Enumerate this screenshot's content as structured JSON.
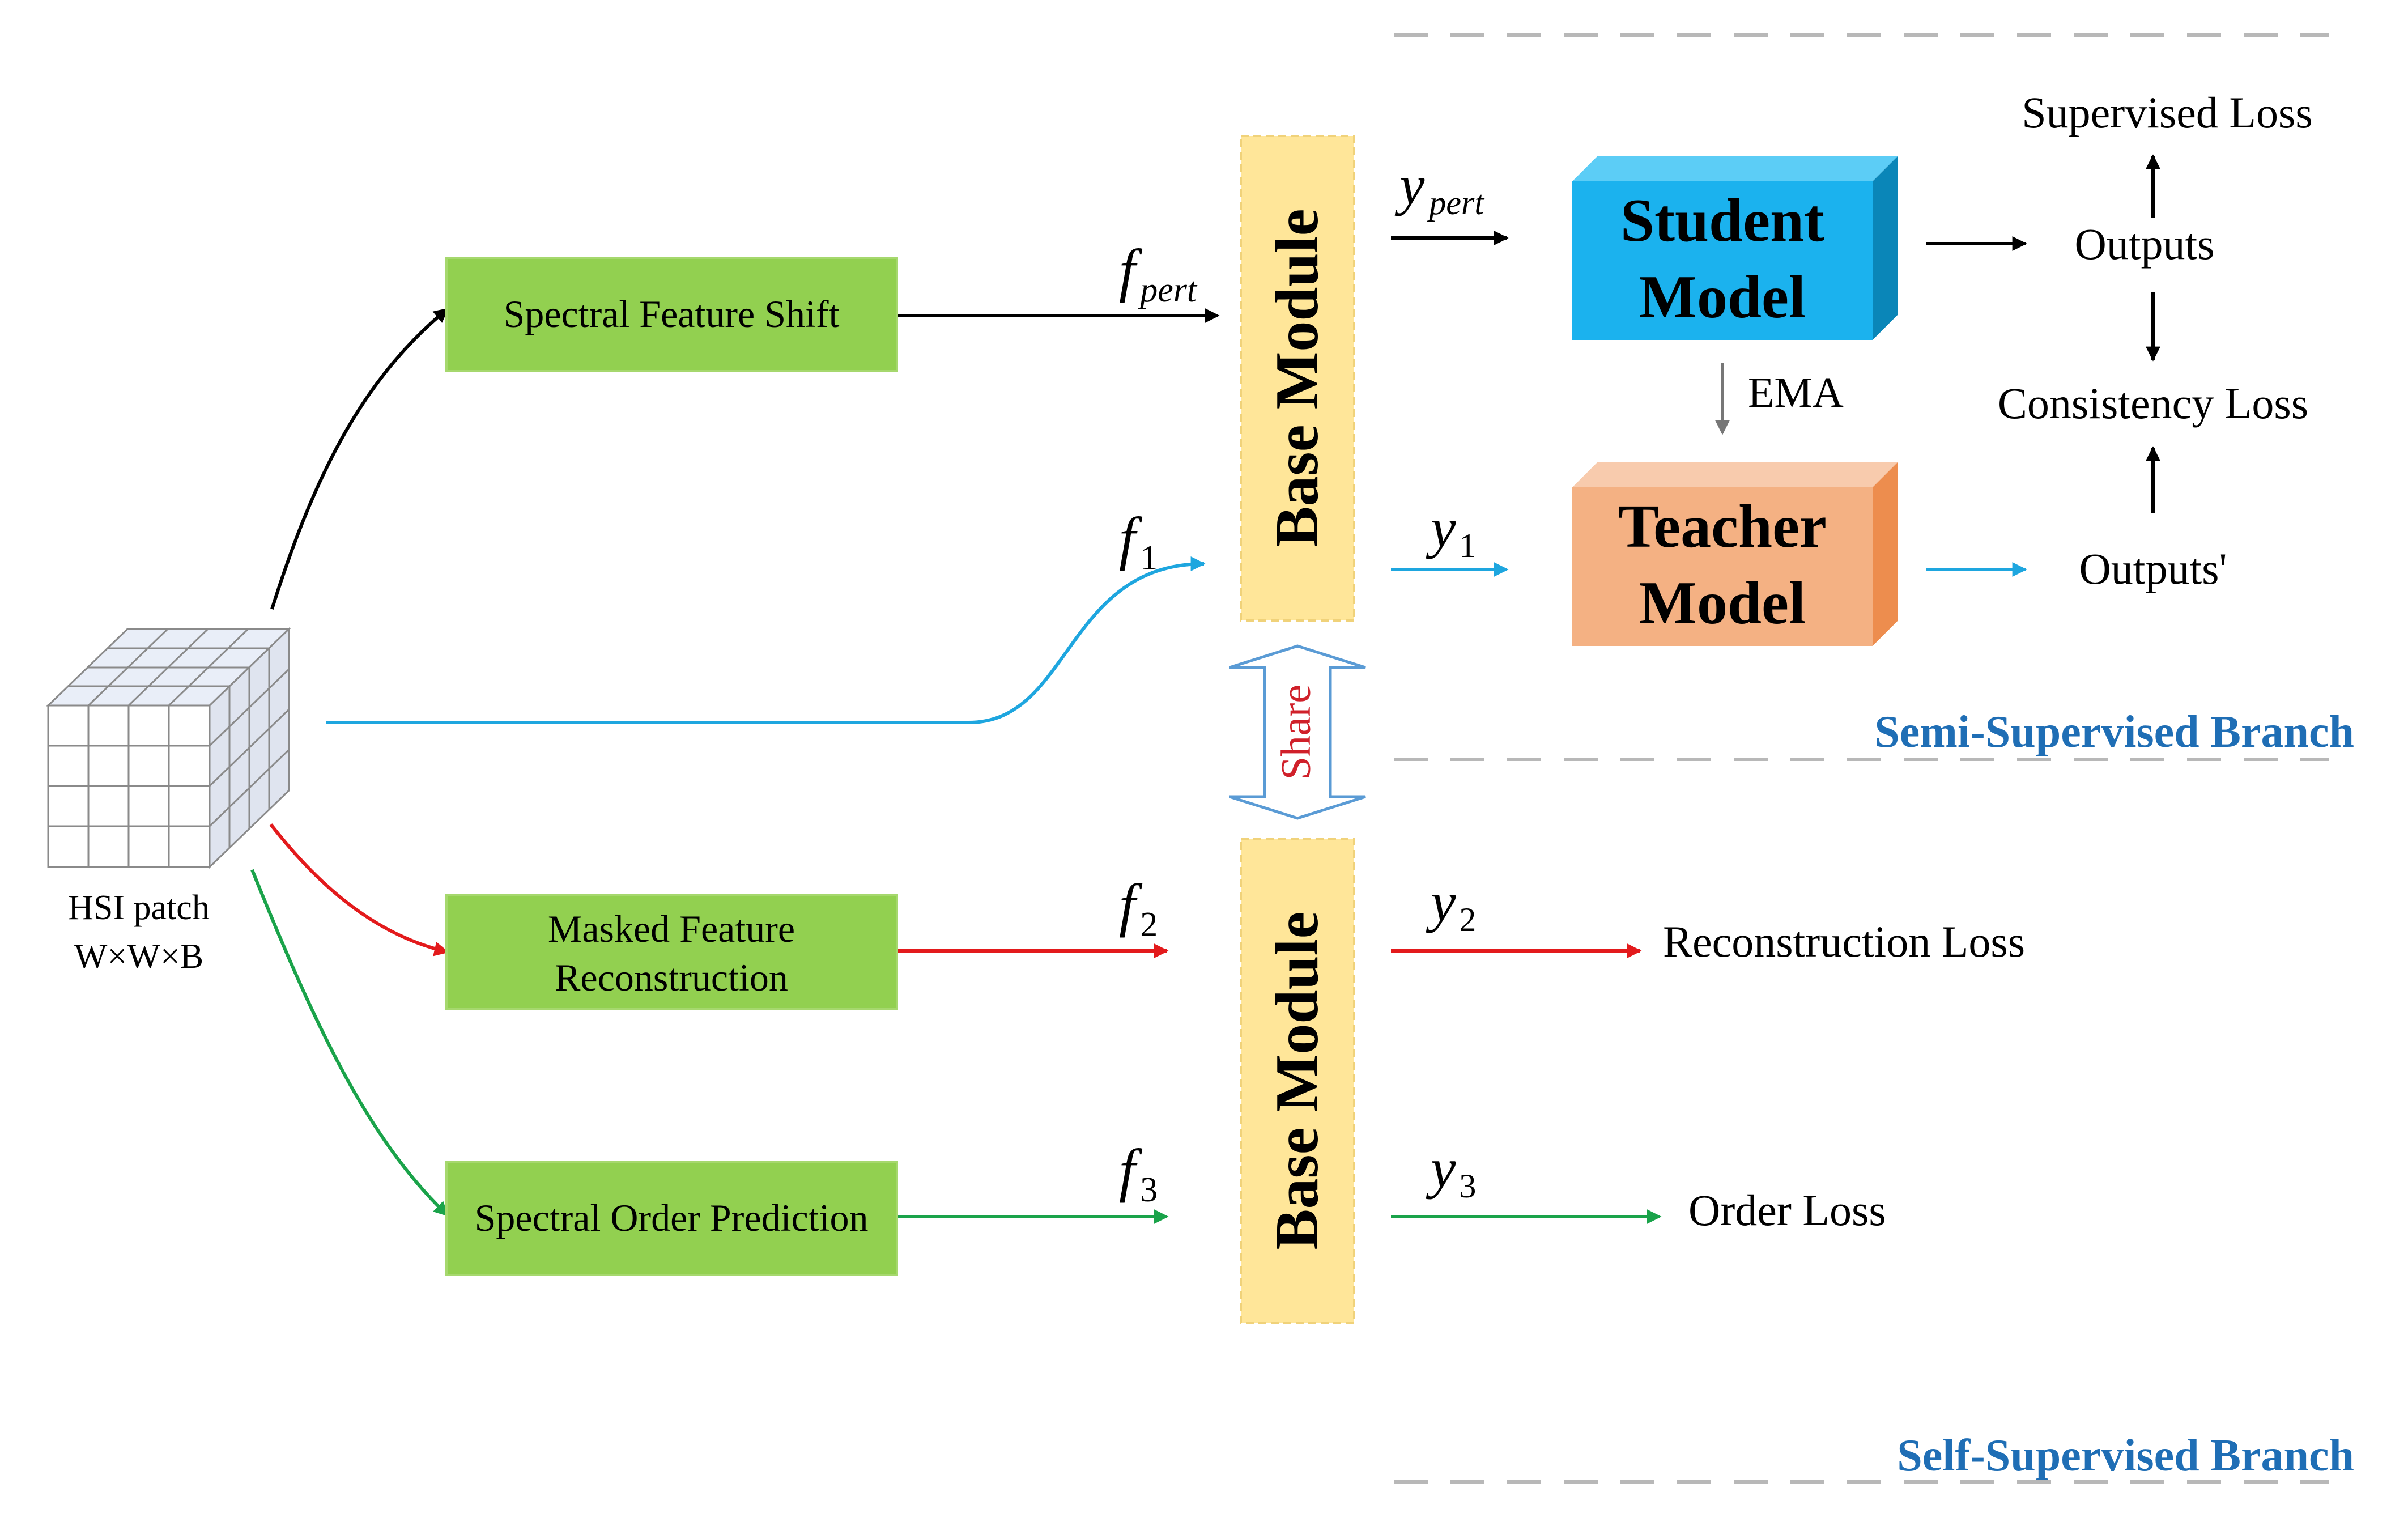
{
  "colors": {
    "green_box": "#92d050",
    "green_box_border": "#a6d86e",
    "base_module": "#ffe699",
    "student_front": "#1bb2ee",
    "student_top": "#5ccdf6",
    "student_side": "#0a86b8",
    "teacher_front": "#f4b183",
    "teacher_top": "#f8cbad",
    "teacher_side": "#ed8d4e",
    "blue_arrow": "#1ea6df",
    "red_arrow": "#e31a1c",
    "green_arrow": "#1aa34a",
    "branch_label": "#1f6eb5",
    "share_label": "#d0202a",
    "dashed_line": "#b8b8b8"
  },
  "input": {
    "label_line1": "HSI patch",
    "label_line2": "W×W×B"
  },
  "boxes": {
    "spectral_feature_shift": "Spectral Feature Shift",
    "masked_feature_line1": "Masked Feature",
    "masked_feature_line2": "Reconstruction",
    "spectral_order_prediction": "Spectral Order Prediction"
  },
  "base_module": {
    "label": "Base Module",
    "share_label": "Share"
  },
  "features": {
    "f_pert_main": "f",
    "f_pert_sub": "pert",
    "f1_main": "f",
    "f1_sub": "1",
    "f2_main": "f",
    "f2_sub": "2",
    "f3_main": "f",
    "f3_sub": "3"
  },
  "outputs_vars": {
    "y_pert_main": "y",
    "y_pert_sub": "pert",
    "y1_main": "y",
    "y1_sub": "1",
    "y2_main": "y",
    "y2_sub": "2",
    "y3_main": "y",
    "y3_sub": "3"
  },
  "models": {
    "student_line1": "Student",
    "student_line2": "Model",
    "teacher_line1": "Teacher",
    "teacher_line2": "Model",
    "ema_label": "EMA"
  },
  "losses": {
    "supervised": "Supervised Loss",
    "outputs": "Outputs",
    "consistency": "Consistency Loss",
    "outputs_prime": "Outputs'",
    "reconstruction": "Reconstruction Loss",
    "order": "Order Loss"
  },
  "branches": {
    "semi": "Semi-Supervised Branch",
    "self": "Self-Supervised Branch"
  }
}
